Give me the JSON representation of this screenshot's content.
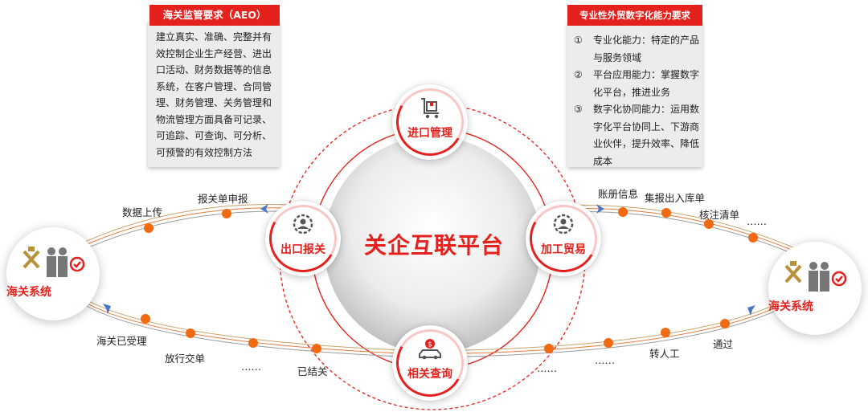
{
  "center": {
    "title": "关企互联平台"
  },
  "nodes": {
    "import": "进口管理",
    "export": "出口报关",
    "processing": "加工贸易",
    "query": "相关查询"
  },
  "customs": {
    "left": "海关系统",
    "right": "海关系统"
  },
  "aeo": {
    "title": "海关监管要求（AEO）",
    "body": "建立真实、准确、完整并有效控制企业生产经营、进出口活动、财务数据等的信息系统，在客户管理、合同管理、财务管理、关务管理和物流管理方面具备可记录、可追踪、可查询、可分析、可预警的有效控制方法"
  },
  "digital": {
    "title": "专业性外贸数字化能力要求",
    "items": [
      {
        "num": "①",
        "text": "专业化能力：特定的产品与服务领域"
      },
      {
        "num": "②",
        "text": "平台应用能力：掌握数字化平台，推进业务"
      },
      {
        "num": "③",
        "text": "数字化协同能力：运用数字化平台协同上、下游商业伙伴，提升效率、降低成本"
      }
    ]
  },
  "steps": {
    "upper_left": [
      "数据上传",
      "报关单申报"
    ],
    "upper_right": [
      "账册信息",
      "集报出入库单",
      "核注清单",
      "……"
    ],
    "lower_left": [
      "海关已受理",
      "放行交单",
      "……",
      "已结关"
    ],
    "lower_right": [
      "……",
      "……",
      "转人工",
      "通过"
    ]
  },
  "colors": {
    "accent": "#e5211d",
    "arrow": "#4a74c4",
    "dot": "#f06a14",
    "icon_gold": "#b9913a"
  }
}
